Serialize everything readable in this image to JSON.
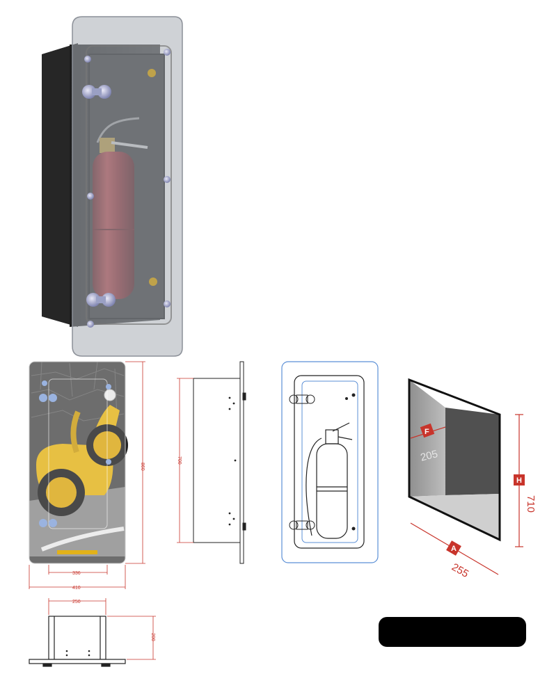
{
  "hero": {
    "alt_label": ""
  },
  "front_view": {
    "brand_text": "",
    "dim_height": "860",
    "dim_inner_width": "336",
    "dim_outer_width": "410"
  },
  "side_view": {
    "dim_height": "700"
  },
  "top_view": {
    "dim_width": "250",
    "dim_depth": "200"
  },
  "recess": {
    "label_f": "F",
    "label_h": "H",
    "label_a": "A",
    "dim_f": "205",
    "dim_h": "710",
    "dim_a": "255"
  },
  "colors": {
    "dimension": "#c8342b",
    "outline_blue": "#5b8fd6",
    "extinguisher_red": "#8c1f22",
    "vespa_yellow": "#e2b21a"
  }
}
